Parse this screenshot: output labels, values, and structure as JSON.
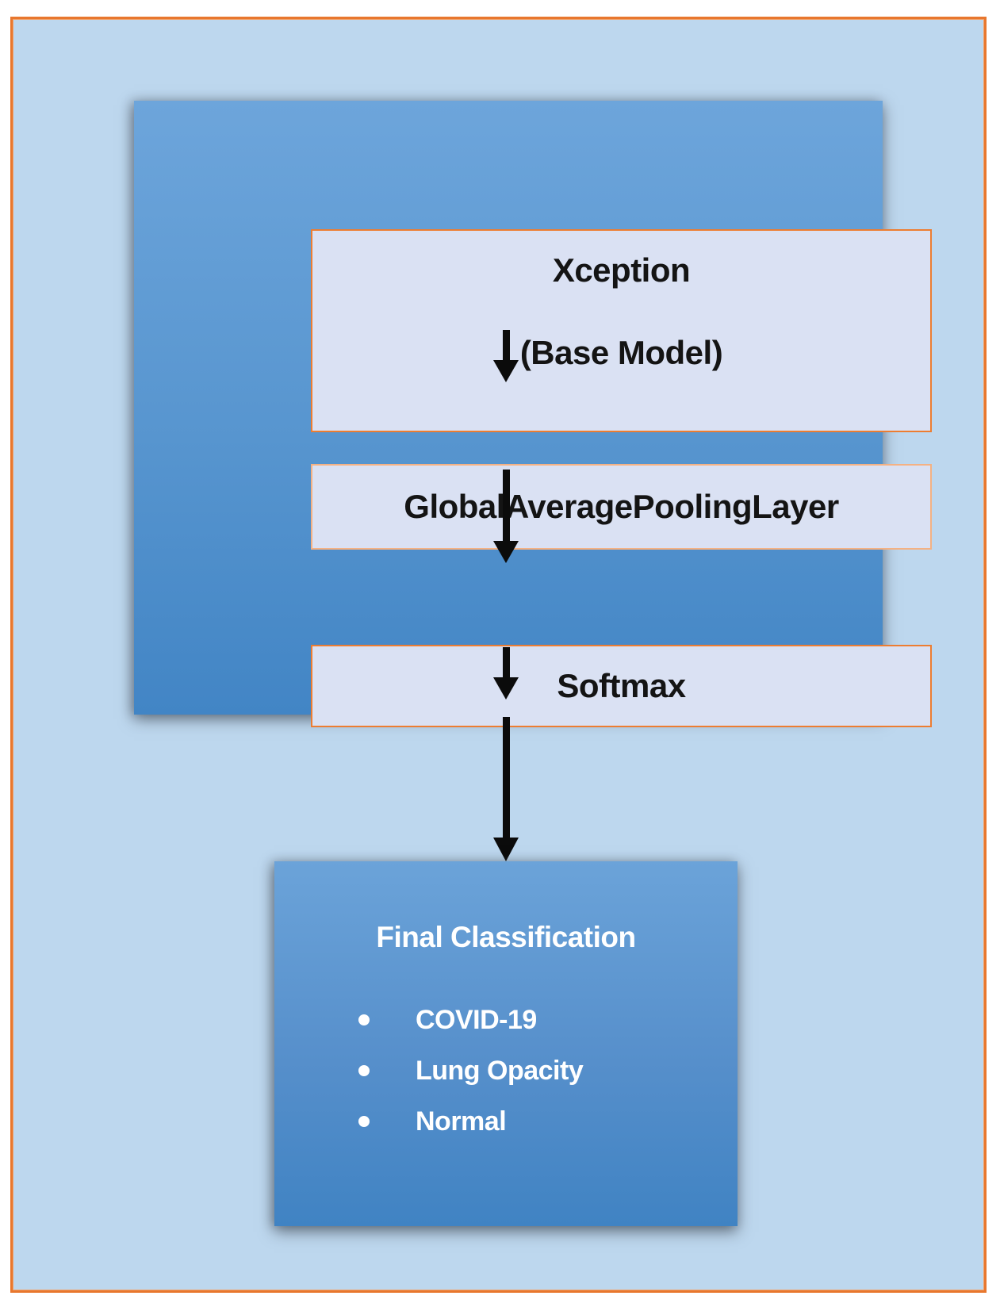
{
  "page": {
    "frame_fill_color": "#bdd7ee",
    "frame_border_color": "#e8772e",
    "outer_margin_color": "#ffffff"
  },
  "pipeline": {
    "container_fill_top": "#6da5db",
    "container_fill_bottom": "#4285c5",
    "layer_box_fill": "#dae1f3",
    "layer_box_border": "#ed7d31",
    "gap_box_border": "#f4b183",
    "text_color": "#141414",
    "xception": {
      "line1": "Xception",
      "line2": "(Base Model)"
    },
    "gap_label": "GlobalAveragePoolingLayer",
    "softmax_label": "Softmax"
  },
  "arrows": {
    "color": "#0b0b0b",
    "direction": "down",
    "count": 4
  },
  "final": {
    "title": "Final Classification",
    "items": [
      "COVID-19",
      "Lung Opacity",
      "Normal"
    ],
    "fill_top": "#6ba3d9",
    "fill_bottom": "#4083c3",
    "text_color": "#ffffff"
  }
}
